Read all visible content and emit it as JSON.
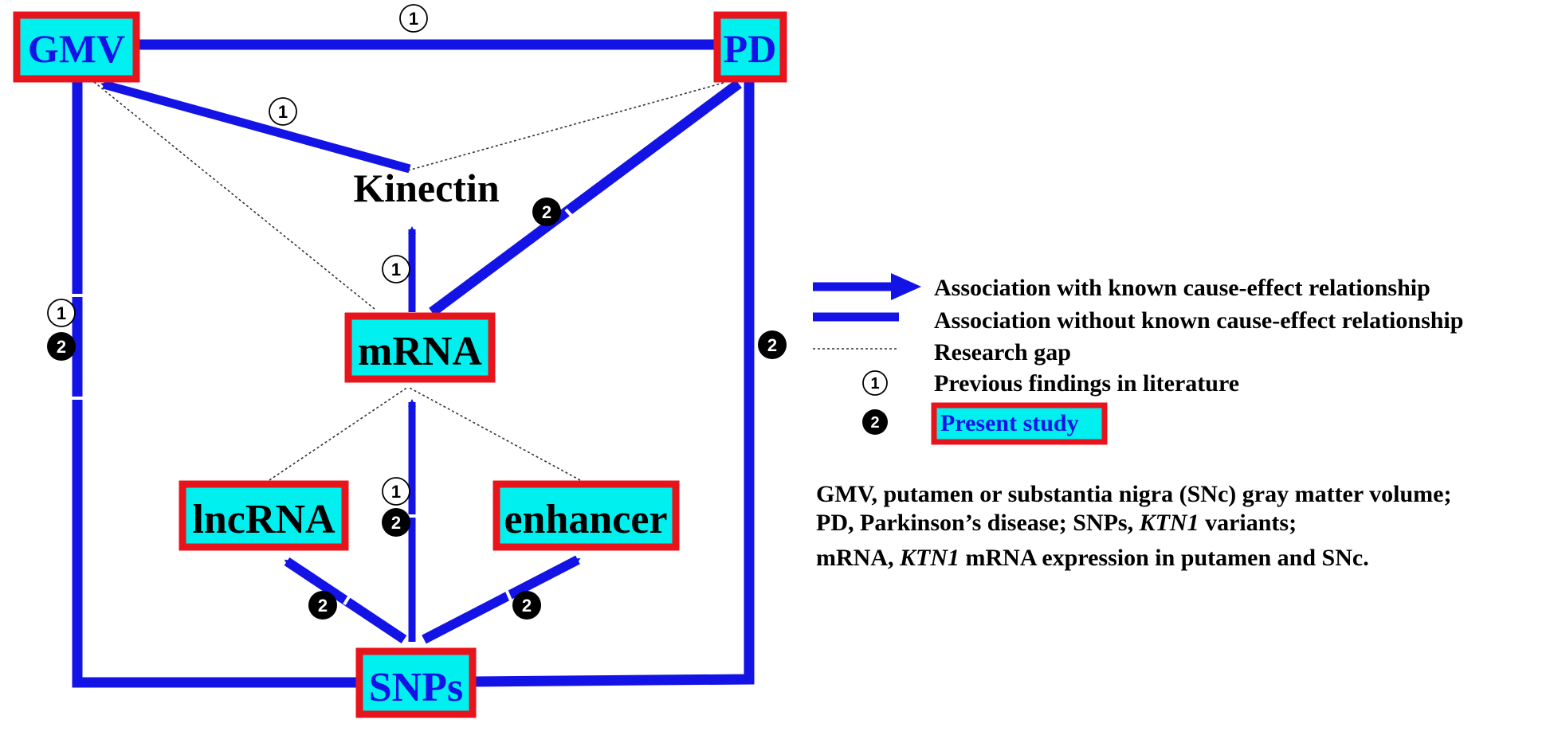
{
  "nodes": {
    "gmv": "GMV",
    "pd": "PD",
    "kinectin": "Kinectin",
    "mrna": "mRNA",
    "lncrna": "lncRNA",
    "enhancer": "enhancer",
    "snps": "SNPs"
  },
  "markers": {
    "previous": "1",
    "present": "2"
  },
  "legend": {
    "arrow": "Association with known cause-effect relationship",
    "line": "Association without known cause-effect relationship",
    "dotted": "Research gap",
    "previous": "Previous findings in literature",
    "present": "Present study"
  },
  "caption": {
    "line1": "GMV, putamen or substantia nigra (SNc) gray matter volume;",
    "line2_a": "PD, Parkinson’s disease; SNPs, ",
    "line2_b": "KTN1",
    "line2_c": " variants;",
    "line3_a": "mRNA, ",
    "line3_b": "KTN1",
    "line3_c": " mRNA expression in putamen and SNc."
  },
  "colors": {
    "edge": "#1313e6",
    "box_fill": "#00f0f0",
    "box_border": "#e8141c",
    "dotted": "#333333"
  }
}
